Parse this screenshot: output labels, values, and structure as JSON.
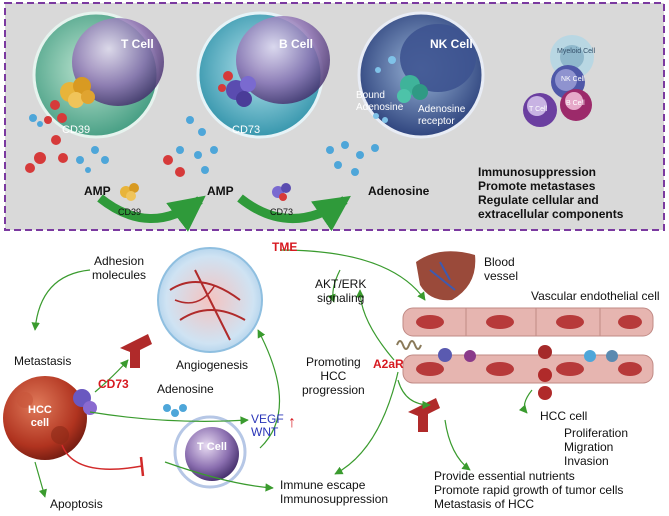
{
  "top_panel": {
    "cells": {
      "t_cell": "T Cell",
      "b_cell": "B Cell",
      "nk_cell": "NK Cell",
      "myeloid_cell": "Myeloid Cell",
      "nk_cell_small": "NK Cell",
      "t_cell_small": "T Cell",
      "b_cell_small": "B Cell"
    },
    "molecules": {
      "cd39": "CD39",
      "cd73": "CD73",
      "bound_adenosine": "Bound\nAdenosine",
      "adenosine_receptor": "Adenosine\nreceptor"
    },
    "pathway": {
      "amp_left": "AMP",
      "amp_mid": "AMP",
      "adenosine": "Adenosine",
      "enzyme_1": "CD39",
      "enzyme_2": "CD73"
    },
    "effects": [
      "Immunosuppression",
      "Promote metastases",
      "Regulate cellular and",
      "extracellular components"
    ]
  },
  "bottom_panel": {
    "adhesion": "Adhesion\nmolecules",
    "tme": "TME",
    "blood_vessel": "Blood\nvessel",
    "akt_erk": "AKT/ERK\nsignaling",
    "vascular_endothelial": "Vascular endothelial cell",
    "metastasis": "Metastasis",
    "angiogenesis": "Angiogenesis",
    "promoting": "Promoting\nHCC\nprogression",
    "a2ar": "A2aR",
    "cd73": "CD73",
    "adenosine": "Adenosine",
    "hcc_cell_tumor": "HCC\ncell",
    "vegf": "VEGF",
    "wnt": "WNT",
    "up_arrow": "↑",
    "hcc_cell": "HCC cell",
    "proliferation": "Proliferation\nMigration\nInvasion",
    "t_cell": "T Cell",
    "apoptosis": "Apoptosis",
    "immune_escape": "Immune escape\nImmunosuppression",
    "nutrients": "Provide essential nutrients\nPromote rapid growth of tumor cells\nMetastasis of HCC"
  },
  "colors": {
    "panel_bg": "#d9d9d9",
    "panel_border": "#7b3aa0",
    "arrow_green": "#3a9b2e",
    "inhibit_red": "#d22a2a",
    "highlight_red": "#d71920",
    "signal_blue": "#2a35b8"
  }
}
